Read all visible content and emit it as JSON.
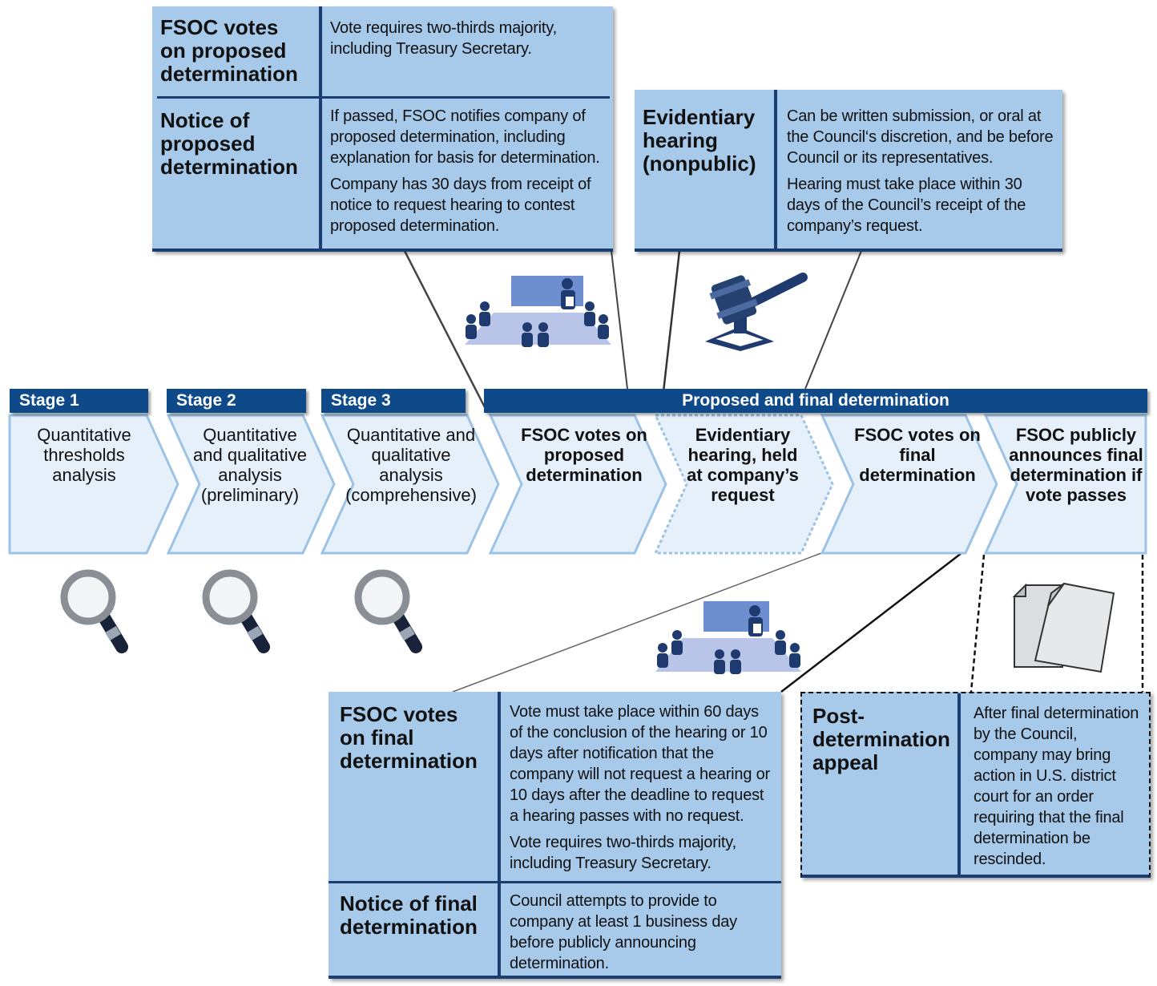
{
  "stages": [
    {
      "label": "Stage 1",
      "text": "Quantitative thresholds analysis"
    },
    {
      "label": "Stage 2",
      "text": "Quantitative and qualitative analysis (preliminary)"
    },
    {
      "label": "Stage 3",
      "text": "Quantitative and qualitative analysis (comprehensive)"
    }
  ],
  "final_banner": "Proposed and final determination",
  "final_steps": [
    "FSOC votes on proposed determination",
    "Evidentiary hearing, held at company’s request",
    "FSOC votes on final determination",
    "FSOC publicly announces final determination if vote passes"
  ],
  "box_proposed": {
    "rows": [
      {
        "title": "FSOC votes on proposed determination",
        "paras": [
          "Vote requires two-thirds majority, including Treasury Secretary."
        ]
      },
      {
        "title": "Notice of proposed determination",
        "paras": [
          "If passed, FSOC notifies company of proposed determination, including explanation for basis for determination.",
          "Company has 30 days from receipt of notice to request hearing to contest proposed determination."
        ]
      }
    ]
  },
  "box_hearing": {
    "title": "Evidentiary hearing (nonpublic)",
    "paras": [
      "Can be written submission, or oral at the Council‘s discretion, and be before Council or its representatives.",
      "Hearing must take place within 30 days of the Council’s receipt of the company’s request."
    ]
  },
  "box_final": {
    "rows": [
      {
        "title": "FSOC votes on final determination",
        "paras": [
          "Vote must take place within 60 days of the conclusion of the hearing or 10 days after notification that the company will not request a hearing or 10 days after the deadline to request a hearing passes with no request.",
          "Vote requires two-thirds majority, including Treasury Secretary."
        ]
      },
      {
        "title": "Notice of final determination",
        "paras": [
          "Council attempts to provide to company at least 1 business day before publicly announcing determination."
        ]
      }
    ]
  },
  "box_appeal": {
    "title": "Post-determination appeal",
    "paras": [
      "After final determination by the Council, company may bring action in U.S. district court for an order requiring that the final determination be rescinded."
    ]
  },
  "icons": [
    "magnifier-icon",
    "meeting-icon",
    "gavel-icon",
    "documents-icon"
  ],
  "colors": {
    "navy": "#0e4a8a",
    "box_blue": "#a7c9ea",
    "chevron_fill": "#e6f0fa",
    "chevron_edge": "#9cc3e6",
    "icon_blue": "#2f5aa8"
  }
}
